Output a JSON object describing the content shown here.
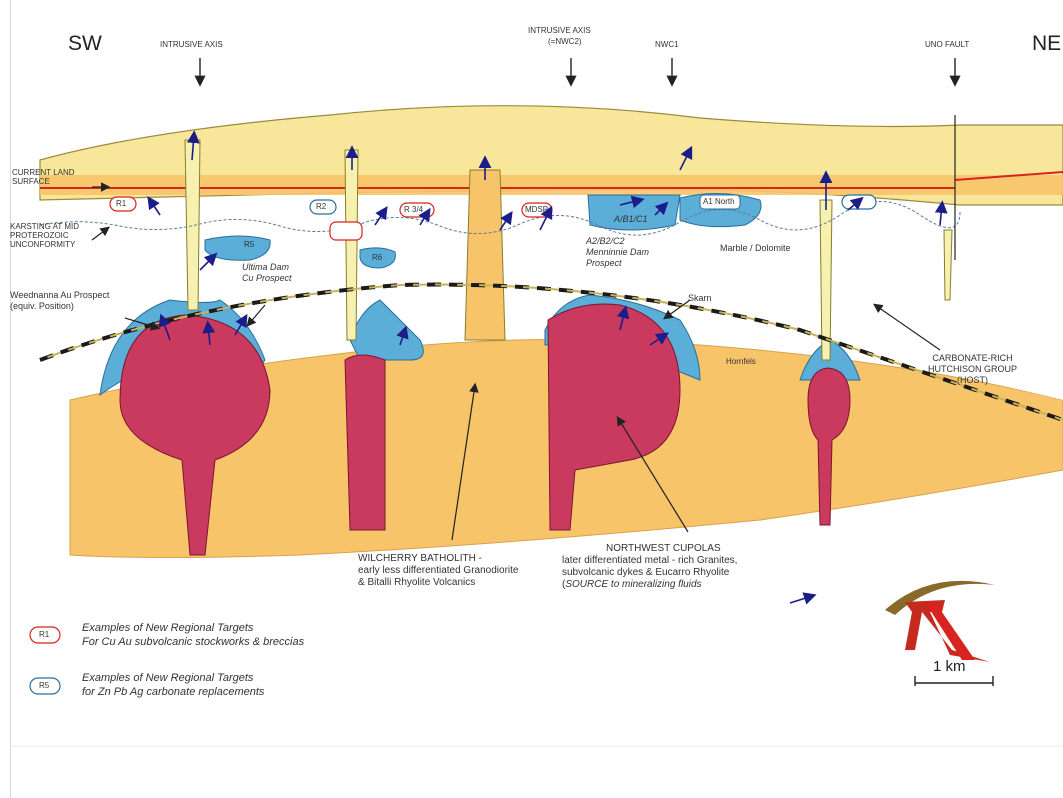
{
  "directions": {
    "sw": "SW",
    "ne": "NE"
  },
  "top_labels": {
    "intrusive_axis_left": "INTRUSIVE AXIS",
    "intrusive_axis_center_1": "INTRUSIVE AXIS",
    "intrusive_axis_center_2": "(=NWC2)",
    "nwc1": "NWC1",
    "uno_fault": "UNO FAULT"
  },
  "side_labels": {
    "current_land_1": "CURRENT LAND",
    "current_land_2": "SURFACE",
    "karsting_1": "KARSTING AT MID",
    "karsting_2": "PROTEROZOIC",
    "karsting_3": "UNCONFORMITY",
    "weednanna_1": "Weednanna Au Prospect",
    "weednanna_2": "(equiv. Position)",
    "ultima_1": "Ultima Dam",
    "ultima_2": "Cu Prospect",
    "menninnie_1": "A2/B2/C2",
    "menninnie_2": "Menninnie Dam",
    "menninnie_3": "Prospect",
    "marble": "Marble / Dolomite",
    "skarn": "Skarn",
    "hornfels": "Hornfels",
    "carbonate_1": "CARBONATE-RICH",
    "carbonate_2": "HUTCHISON GROUP",
    "carbonate_3": "(HOST)"
  },
  "targets": {
    "r1": "R1",
    "r2": "R2",
    "r34": "R 3/4",
    "mdsp": "MDSP",
    "r5": "R5",
    "r6": "R6",
    "a1north": "A1 North",
    "ab1c1": "A/B1/C1"
  },
  "bottom_labels": {
    "wilcherry_1": "WILCHERRY BATHOLITH -",
    "wilcherry_2": "early less differentiated Granodiorite",
    "wilcherry_3": "& Bitalli Rhyolite Volcanics",
    "nw_1": "NORTHWEST CUPOLAS",
    "nw_2": "later differentiated metal - rich Granites,",
    "nw_3": "subvolcanic dykes & Eucarro Rhyolite",
    "nw_4_prefix": "(",
    "nw_4_source": "SOURCE",
    "nw_4_rest": " to mineralizing fluids"
  },
  "legend": {
    "red_key": "R1",
    "red_line1": "Examples of New Regional Targets",
    "red_line2": "For Cu Au subvolcanic stockworks & breccias",
    "blue_key": "R5",
    "blue_line1": "Examples of New Regional Targets",
    "blue_line2": "for Zn Pb Ag carbonate replacements"
  },
  "scale": {
    "label": "1 km"
  },
  "colors": {
    "batholith": "#f7c46a",
    "cover": "#f8e79a",
    "sediment": "#fbe9a6",
    "host_rock": "#ffffff",
    "skarn_blue": "#5aaed8",
    "granite_red": "#c93a5e",
    "dyke_pale": "#f6f1b0",
    "land_surface": "#d8231f",
    "arrow_navy": "#1b1d8a"
  }
}
